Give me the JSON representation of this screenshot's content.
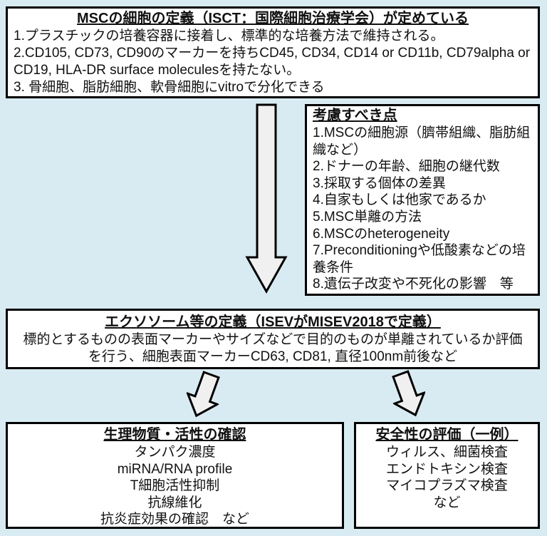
{
  "page": {
    "background_color": "#d9ebf2",
    "box_fill_color": "#ffffff",
    "border_color": "#000000",
    "arrow_fill_color": "#f0f0f0"
  },
  "icons": {
    "flow_down": "down-block-arrow",
    "flow_down_left": "down-left-block-arrow",
    "flow_down_right": "down-right-block-arrow"
  },
  "msc_box": {
    "title": "MSCの細胞の定義（ISCT：国際細胞治療学会）が定めている",
    "items": [
      "1.プラスチックの培養容器に接着し、標準的な培養方法で維持される。",
      "2.CD105, CD73, CD90のマーカーを持ちCD45, CD34, CD14 or CD11b, CD79alpha or CD19, HLA-DR surface moleculesを持たない。",
      "3. 骨細胞、脂肪細胞、軟骨細胞にvitroで分化できる"
    ]
  },
  "considerations_box": {
    "title": "考慮すべき点",
    "items": [
      "1.MSCの細胞源（臍帯組織、脂肪組織など）",
      "2.ドナーの年齢、細胞の継代数",
      "3.採取する個体の差異",
      "4.自家もしくは他家であるか",
      "5.MSC単離の方法",
      "6.MSCのheterogeneity",
      "7.Preconditioningや低酸素などの培養条件",
      "8.遺伝子改変や不死化の影響　等"
    ]
  },
  "exosome_box": {
    "title": "エクソソーム等の定義（ISEVがMISEV2018で定義）",
    "body": "標的とするものの表面マーカーやサイズなどで目的のものが単離されているか評価を行う、細胞表面マーカーCD63, CD81, 直径100nm前後など"
  },
  "bioactivity_box": {
    "title": "生理物質・活性の確認",
    "items": [
      "タンパク濃度",
      "miRNA/RNA profile",
      "T細胞活性抑制",
      "抗線維化",
      "抗炎症効果の確認　など"
    ]
  },
  "safety_box": {
    "title": "安全性の評価（一例）",
    "items": [
      "ウィルス、細菌検査",
      "エンドトキシン検査",
      "マイコプラズマ検査",
      "など"
    ]
  }
}
